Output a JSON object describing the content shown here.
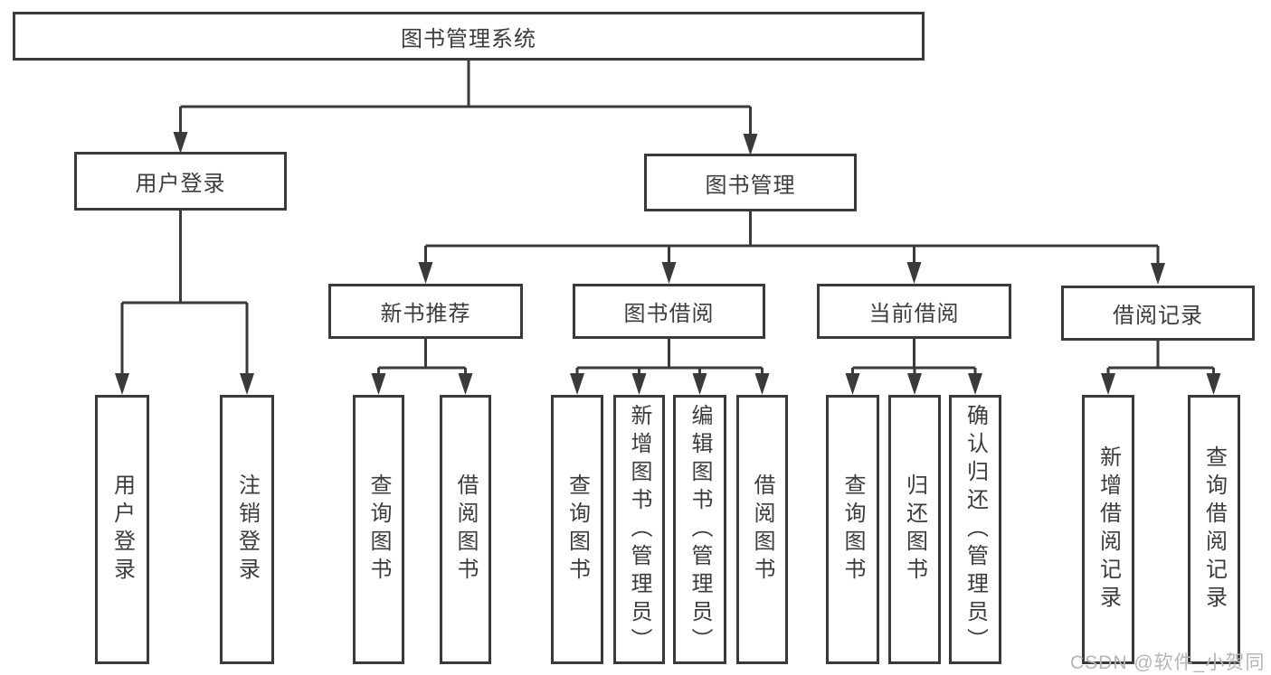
{
  "diagram": {
    "root": {
      "label": "图书管理系统"
    },
    "branches": [
      {
        "label": "用户登录",
        "leaves": [
          {
            "label": "用户登录"
          },
          {
            "label": "注销登录"
          }
        ]
      },
      {
        "label": "图书管理",
        "groups": [
          {
            "label": "新书推荐",
            "leaves": [
              {
                "label": "查询图书"
              },
              {
                "label": "借阅图书"
              }
            ]
          },
          {
            "label": "图书借阅",
            "leaves": [
              {
                "label": "查询图书"
              },
              {
                "label": "新增图书（管理员）"
              },
              {
                "label": "编辑图书（管理员）"
              },
              {
                "label": "借阅图书"
              }
            ]
          },
          {
            "label": "当前借阅",
            "leaves": [
              {
                "label": "查询图书"
              },
              {
                "label": "归还图书"
              },
              {
                "label": "确认归还（管理员）"
              }
            ]
          },
          {
            "label": "借阅记录",
            "leaves": [
              {
                "label": "新增借阅记录"
              },
              {
                "label": "查询借阅记录"
              }
            ]
          }
        ]
      }
    ]
  },
  "colors": {
    "line": "#3a3a3a",
    "text": "#3c3c3c",
    "watermark": "#b5b5b5",
    "background": "#ffffff"
  },
  "watermark": {
    "text": "CSDN @软件_小贺同学"
  }
}
